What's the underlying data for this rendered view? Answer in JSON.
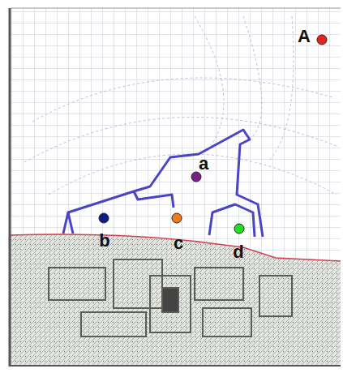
{
  "diagram": {
    "labels": [
      "A",
      "a",
      "b",
      "c",
      "d"
    ]
  }
}
